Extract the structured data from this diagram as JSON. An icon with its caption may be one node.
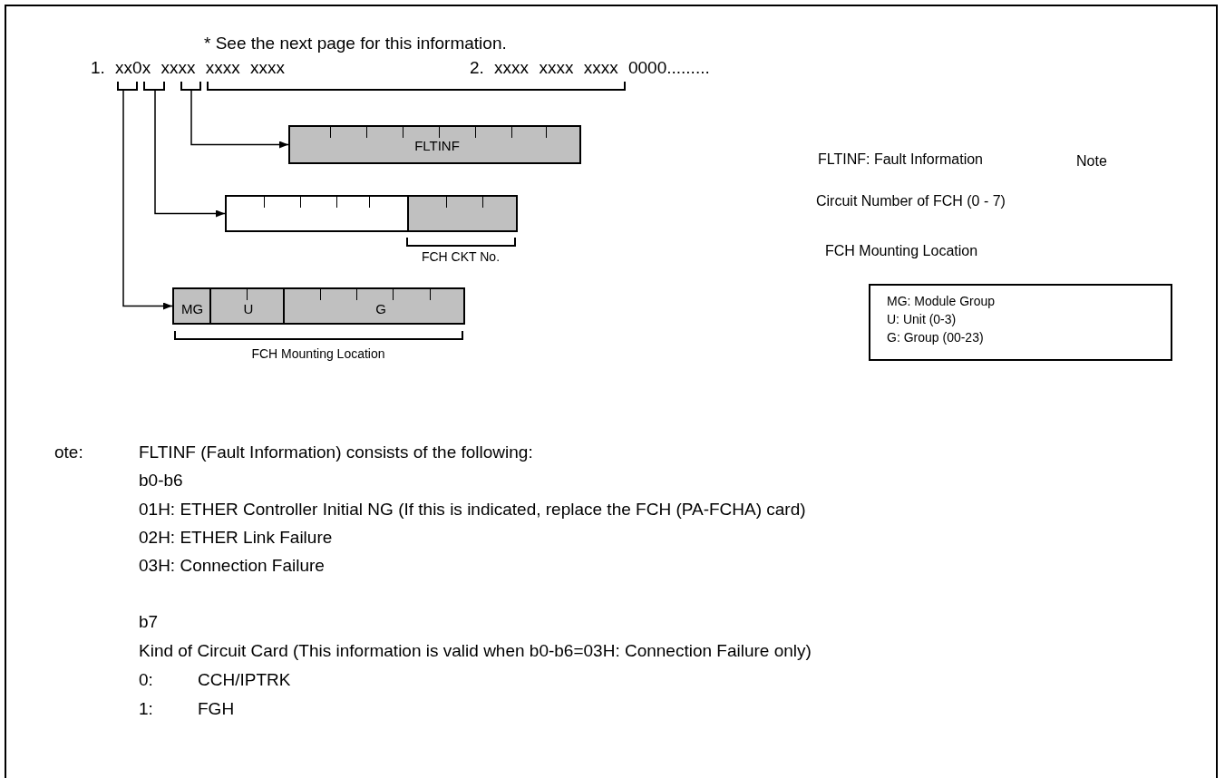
{
  "diagram": {
    "nodes": [
      {
        "text": [
          "FLTINF"
        ]
      },
      {
        "text": [],
        "shape": "box",
        "beside": [
          "FCH CKT No."
        ]
      },
      {
        "text": [
          "MG",
          "U",
          "G"
        ],
        "beside": [
          "FCH Mounting Location"
        ]
      },
      {
        "text": [
          "MG: Module Group",
          "U: Unit (0-3)",
          "G: Group (00-23)"
        ]
      }
    ],
    "edges": [
      {
        "from": null,
        "to": 0,
        "arrow": "to"
      },
      {
        "from": null,
        "to": 1,
        "arrow": "to"
      },
      {
        "from": null,
        "to": 2,
        "arrow": "to"
      }
    ],
    "labels": [
      "* See the next page for this information.",
      "1. xx0x xxxx xxxx xxxx",
      "2. xxxx xxxx xxxx 0000.........",
      "FLTINF: Fault Information",
      "Note",
      "Circuit Number of FCH (0 - 7)",
      "FCH Mounting Location",
      "ote:",
      "FLTINF (Fault Information) consists of the following:",
      "b0-b6",
      "01H: ETHER Controller Initial NG (If this is indicated, replace the FCH (PA-FCHA) card)",
      "02H: ETHER Link Failure",
      "03H: Connection Failure",
      "b7",
      "Kind of Circuit Card (This information is valid when b0-b6=03H: Connection Failure only)",
      "0:",
      "CCH/IPTRK",
      "1:",
      "FGH"
    ]
  }
}
